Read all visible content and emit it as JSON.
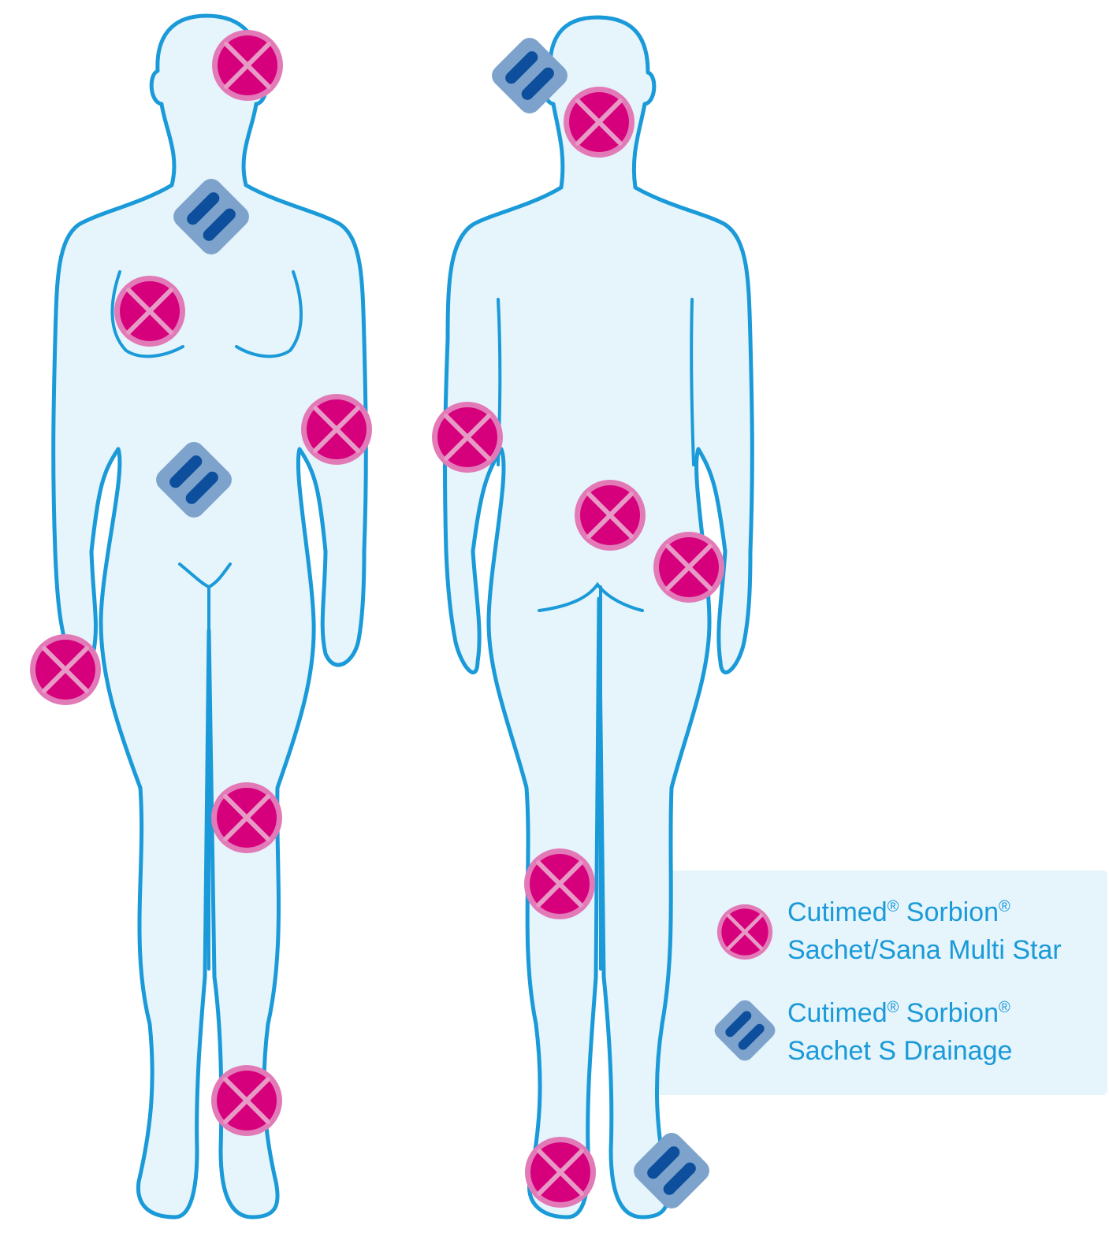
{
  "colors": {
    "body_outline": "#1a9ad8",
    "body_fill": "#e6f4fb",
    "star_dressing_outer": "#e27ab8",
    "star_dressing_inner": "#d6007d",
    "star_dressing_lines": "#e79ac6",
    "drainage_dressing_outer": "#7da3cc",
    "drainage_dressing_bar": "#0d4f9c",
    "legend_background": "#e6f4fb",
    "legend_text": "#1a9ad8"
  },
  "figures": {
    "front": "front-view-body",
    "back": "back-view-body"
  },
  "icons": {
    "star_dressing": "multi-star-dressing-icon",
    "drainage_dressing": "drainage-sachet-icon"
  },
  "legend": {
    "items": [
      {
        "icon": "multi-star-dressing-icon",
        "line1_main": "Cutimed",
        "line1_reg1": "®",
        "line1_mid": " Sorbion",
        "line1_reg2": "®",
        "line2": "Sachet/Sana Multi Star"
      },
      {
        "icon": "drainage-sachet-icon",
        "line1_main": "Cutimed",
        "line1_reg1": "®",
        "line1_mid": " Sorbion",
        "line1_reg2": "®",
        "line2": "Sachet S Drainage"
      }
    ]
  }
}
